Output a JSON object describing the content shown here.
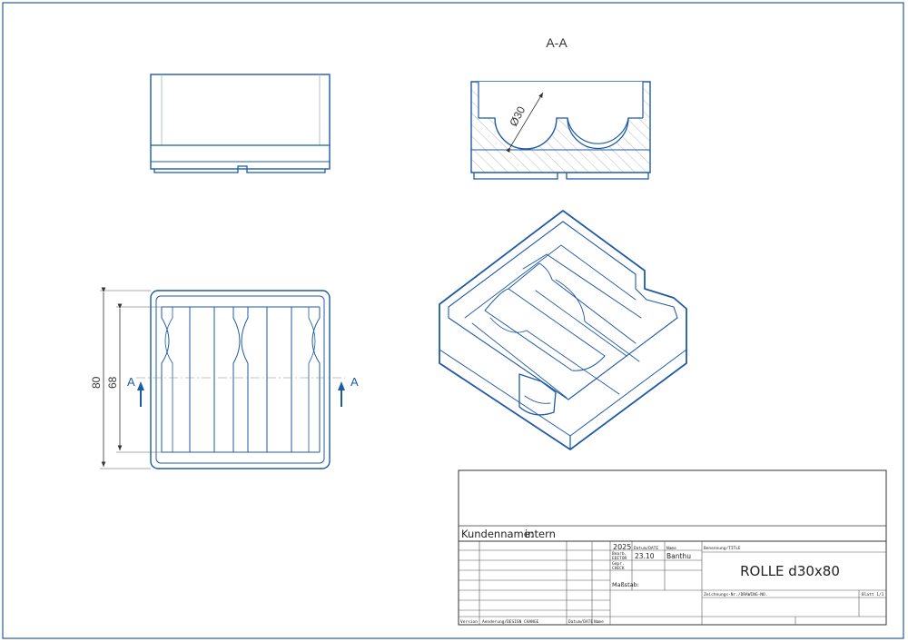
{
  "section_label": "A-A",
  "dimensions": {
    "diameter": "Ø30",
    "outer_length": "80",
    "inner_length": "68"
  },
  "section_markers": {
    "left": "A",
    "right": "A"
  },
  "title_block": {
    "customer_label": "Kundenname:",
    "customer_value": "intern",
    "year": "2025",
    "date_header": "Datum/DATE",
    "name_header": "Name",
    "title_header": "Benennung/TITLE",
    "edited_label_line1": "Bearb.",
    "edited_label_line2": "EDITOR",
    "checked_label_line1": "Gepr.",
    "checked_label_line2": "CHECK",
    "edited_date": "23.10",
    "edited_name": "Banthu",
    "title": "ROLLE d30x80",
    "scale_label": "Maßstab:",
    "drawing_no_label": "Zeichnungs-Nr./DRAWING-NO.",
    "sheet_label": "Blatt 1/1",
    "version_label": "Version",
    "change_label": "Aenderung/DESIGN CHANGE",
    "change_date_label": "Datum/DATE",
    "change_name_label": "Name"
  },
  "colors": {
    "frame": "#2a5d8f",
    "part_line": "#1f5aa6",
    "part_dark": "#163a6b",
    "thin": "#7a7a7a",
    "hatch": "#8a8a8a"
  }
}
